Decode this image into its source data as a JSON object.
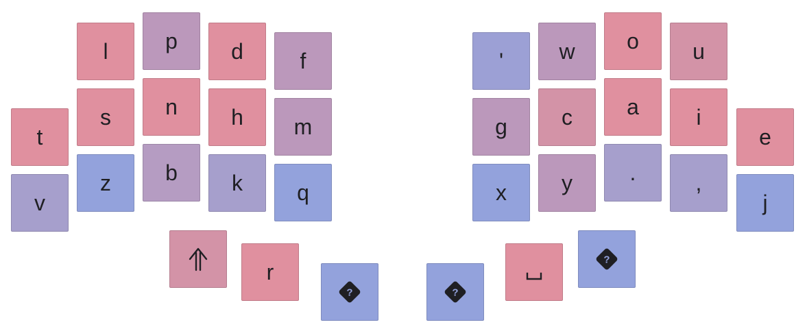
{
  "palette": {
    "pink": "#e0909f",
    "rose": "#d393a7",
    "mauve": "#bb98bb",
    "lilac": "#a69fcc",
    "blue": "#93a2dc",
    "periwinkle": "#9ca0d5",
    "text": "#1f1f23"
  },
  "keys": [
    {
      "id": "l",
      "label": "l",
      "color": "#e0909f",
      "icon": null
    },
    {
      "id": "p",
      "label": "p",
      "color": "#bb98bb",
      "icon": null
    },
    {
      "id": "d",
      "label": "d",
      "color": "#e0909f",
      "icon": null
    },
    {
      "id": "f",
      "label": "f",
      "color": "#bb98bb",
      "icon": null
    },
    {
      "id": "t",
      "label": "t",
      "color": "#e0909f",
      "icon": null
    },
    {
      "id": "s",
      "label": "s",
      "color": "#e0909f",
      "icon": null
    },
    {
      "id": "n",
      "label": "n",
      "color": "#e0909f",
      "icon": null
    },
    {
      "id": "h",
      "label": "h",
      "color": "#e0909f",
      "icon": null
    },
    {
      "id": "m",
      "label": "m",
      "color": "#bb98bb",
      "icon": null
    },
    {
      "id": "v",
      "label": "v",
      "color": "#a69fcc",
      "icon": null
    },
    {
      "id": "z",
      "label": "z",
      "color": "#93a2dc",
      "icon": null
    },
    {
      "id": "b",
      "label": "b",
      "color": "#b59cc2",
      "icon": null
    },
    {
      "id": "k",
      "label": "k",
      "color": "#a69fcc",
      "icon": null
    },
    {
      "id": "q",
      "label": "q",
      "color": "#93a2dc",
      "icon": null
    },
    {
      "id": "shift",
      "label": "⇑",
      "color": "#d393a7",
      "icon": "double-arrow-up-icon"
    },
    {
      "id": "r",
      "label": "r",
      "color": "#e0909f",
      "icon": null
    },
    {
      "id": "unknown-left",
      "label": "?",
      "color": "#93a2dc",
      "icon": "unknown-diamond-icon"
    },
    {
      "id": "unknown-mid",
      "label": "?",
      "color": "#93a2dc",
      "icon": "unknown-diamond-icon"
    },
    {
      "id": "apostrophe",
      "label": "'",
      "color": "#9ca0d5",
      "icon": null
    },
    {
      "id": "w",
      "label": "w",
      "color": "#bb98bb",
      "icon": null
    },
    {
      "id": "o",
      "label": "o",
      "color": "#e0909f",
      "icon": null
    },
    {
      "id": "u",
      "label": "u",
      "color": "#d393a7",
      "icon": null
    },
    {
      "id": "g",
      "label": "g",
      "color": "#bb98bb",
      "icon": null
    },
    {
      "id": "c",
      "label": "c",
      "color": "#d393a7",
      "icon": null
    },
    {
      "id": "a",
      "label": "a",
      "color": "#e0909f",
      "icon": null
    },
    {
      "id": "i",
      "label": "i",
      "color": "#e0909f",
      "icon": null
    },
    {
      "id": "e",
      "label": "e",
      "color": "#e0909f",
      "icon": null
    },
    {
      "id": "x",
      "label": "x",
      "color": "#93a2dc",
      "icon": null
    },
    {
      "id": "y",
      "label": "y",
      "color": "#bb98bb",
      "icon": null
    },
    {
      "id": "period",
      "label": ".",
      "color": "#a69fcc",
      "icon": null
    },
    {
      "id": "comma",
      "label": ",",
      "color": "#a69fcc",
      "icon": null
    },
    {
      "id": "j",
      "label": "j",
      "color": "#93a2dc",
      "icon": null
    },
    {
      "id": "space",
      "label": "␣",
      "color": "#e0909f",
      "icon": "space-bar-icon"
    },
    {
      "id": "unknown-right",
      "label": "?",
      "color": "#93a2dc",
      "icon": "unknown-diamond-icon"
    }
  ]
}
